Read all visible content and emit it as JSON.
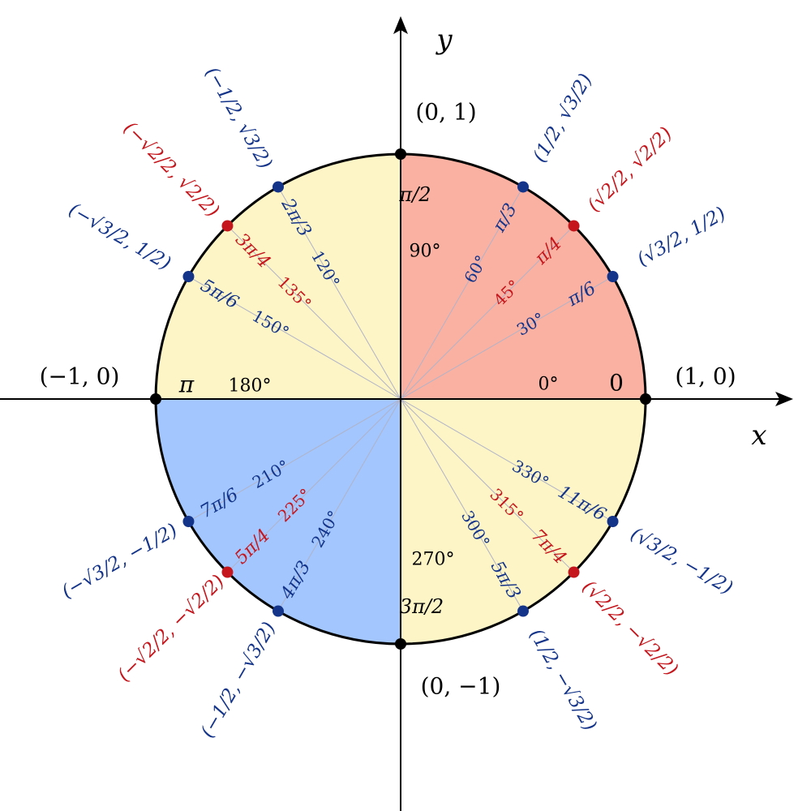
{
  "axes": {
    "x_label": "x",
    "y_label": "y"
  },
  "quadrant_colors": {
    "q1": "#fbb1a2",
    "q2": "#fdf5c6",
    "q3": "#a2c6fd",
    "q4": "#fdf5c6"
  },
  "colors": {
    "blue": "#14348a",
    "red": "#c4161c",
    "black": "#000000",
    "ray": "#b0b3c8"
  },
  "axis_points": [
    {
      "deg": 0,
      "coord": "(1, 0)",
      "radian": "0",
      "degree_label": "0°"
    },
    {
      "deg": 90,
      "coord": "(0, 1)",
      "radian": "π/2",
      "degree_label": "90°"
    },
    {
      "deg": 180,
      "coord": "(−1, 0)",
      "radian": "π",
      "degree_label": "180°"
    },
    {
      "deg": 270,
      "coord": "(0, −1)",
      "radian": "3π/2",
      "degree_label": "270°"
    }
  ],
  "angle_points": [
    {
      "deg": 30,
      "color": "blue",
      "radian": "π/6",
      "degree_label": "30°",
      "coord": "(√3/2, 1/2)"
    },
    {
      "deg": 45,
      "color": "red",
      "radian": "π/4",
      "degree_label": "45°",
      "coord": "(√2/2, √2/2)"
    },
    {
      "deg": 60,
      "color": "blue",
      "radian": "π/3",
      "degree_label": "60°",
      "coord": "(1/2, √3/2)"
    },
    {
      "deg": 120,
      "color": "blue",
      "radian": "2π/3",
      "degree_label": "120°",
      "coord": "(−1/2, √3/2)"
    },
    {
      "deg": 135,
      "color": "red",
      "radian": "3π/4",
      "degree_label": "135°",
      "coord": "(−√2/2, √2/2)"
    },
    {
      "deg": 150,
      "color": "blue",
      "radian": "5π/6",
      "degree_label": "150°",
      "coord": "(−√3/2, 1/2)"
    },
    {
      "deg": 210,
      "color": "blue",
      "radian": "7π/6",
      "degree_label": "210°",
      "coord": "(−√3/2, −1/2)"
    },
    {
      "deg": 225,
      "color": "red",
      "radian": "5π/4",
      "degree_label": "225°",
      "coord": "(−√2/2, −√2/2)"
    },
    {
      "deg": 240,
      "color": "blue",
      "radian": "4π/3",
      "degree_label": "240°",
      "coord": "(−1/2, −√3/2)"
    },
    {
      "deg": 300,
      "color": "blue",
      "radian": "5π/3",
      "degree_label": "300°",
      "coord": "(1/2, −√3/2)"
    },
    {
      "deg": 315,
      "color": "red",
      "radian": "7π/4",
      "degree_label": "315°",
      "coord": "(√2/2, −√2/2)"
    },
    {
      "deg": 330,
      "color": "blue",
      "radian": "11π/6",
      "degree_label": "330°",
      "coord": "(√3/2, −1/2)"
    }
  ]
}
